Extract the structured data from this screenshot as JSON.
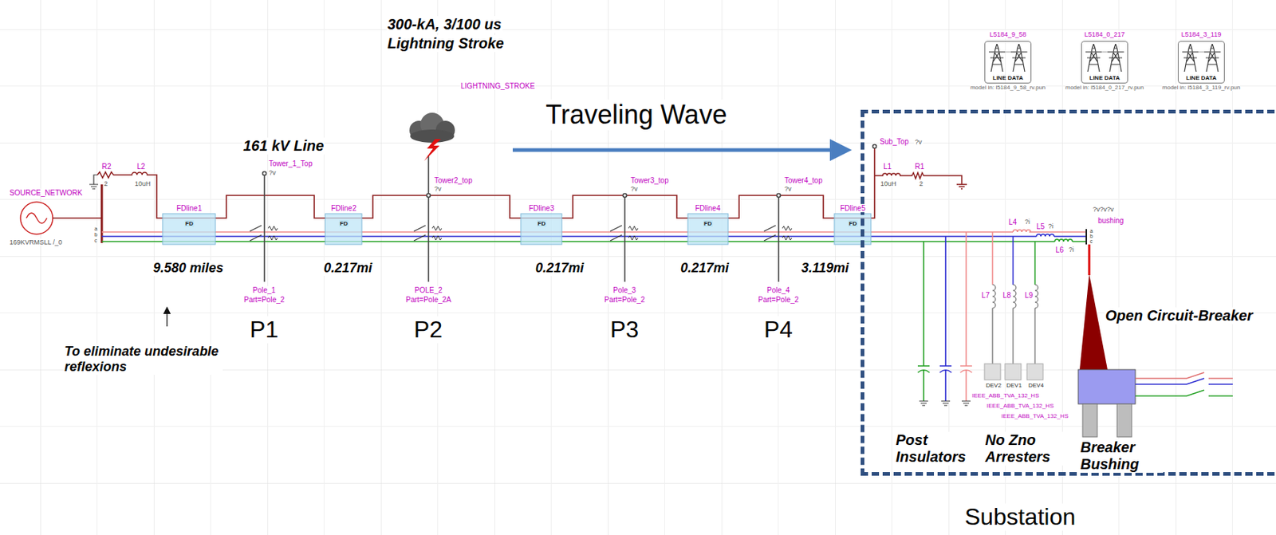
{
  "diagram": {
    "nodes": [
      {
        "text": [
          "L5184_9_58",
          "LINE DATA",
          "model in: l5184_9_58_rv.pun"
        ]
      },
      {
        "text": [
          "L5184_0_217",
          "LINE DATA",
          "model in: l5184_0_217_rv.pun"
        ]
      },
      {
        "text": [
          "L5184_3_119",
          "LINE DATA",
          "model in: l5184_3_119_rv.pun"
        ]
      },
      {
        "text": [
          "Substation"
        ]
      }
    ],
    "labels": [
      "300-kA, 3/100 us",
      "Lightning Stroke",
      "LIGHTNING_STROKE",
      "Traveling Wave",
      "161 kV Line",
      "SOURCE_NETWORK",
      "169KVRMSLL /_0",
      "R2",
      "2",
      "L2",
      "10uH",
      "FDline1",
      "FDline2",
      "FDline3",
      "FDline4",
      "FDline5",
      "FD",
      "FD",
      "FD",
      "FD",
      "FD",
      "Tower_1_Top",
      "?v",
      "Tower2_top",
      "?v",
      "Tower3_top",
      "?v",
      "Tower4_top",
      "?v",
      "Sub_Top",
      "?v",
      "Pole_1",
      "Part=Pole_2",
      "POLE_2",
      "Part=Pole_2A",
      "Pole_3",
      "Part=Pole_2",
      "Pole_4",
      "Part=Pole_2",
      "9.580 miles",
      "0.217mi",
      "0.217mi",
      "0.217mi",
      "3.119mi",
      "P1",
      "P2",
      "P3",
      "P4",
      "To eliminate undesirable reflexions",
      "L1",
      "10uH",
      "R1",
      "2",
      "L4",
      "?i",
      "L5",
      "?i",
      "L6",
      "?i",
      "?v?v?v",
      "bushing",
      "L7",
      "L8",
      "L9",
      "DEV2",
      "DEV1",
      "DEV4",
      "IEEE_ABB_TVA_132_HS",
      "IEEE_ABB_TVA_132_HS",
      "IEEE_ABB_TVA_132_HS",
      "Post Insulators",
      "No Zno Arresters",
      "Breaker Bushing",
      "Open Circuit-Breaker",
      "a",
      "b",
      "c",
      "a",
      "b",
      "c"
    ]
  }
}
